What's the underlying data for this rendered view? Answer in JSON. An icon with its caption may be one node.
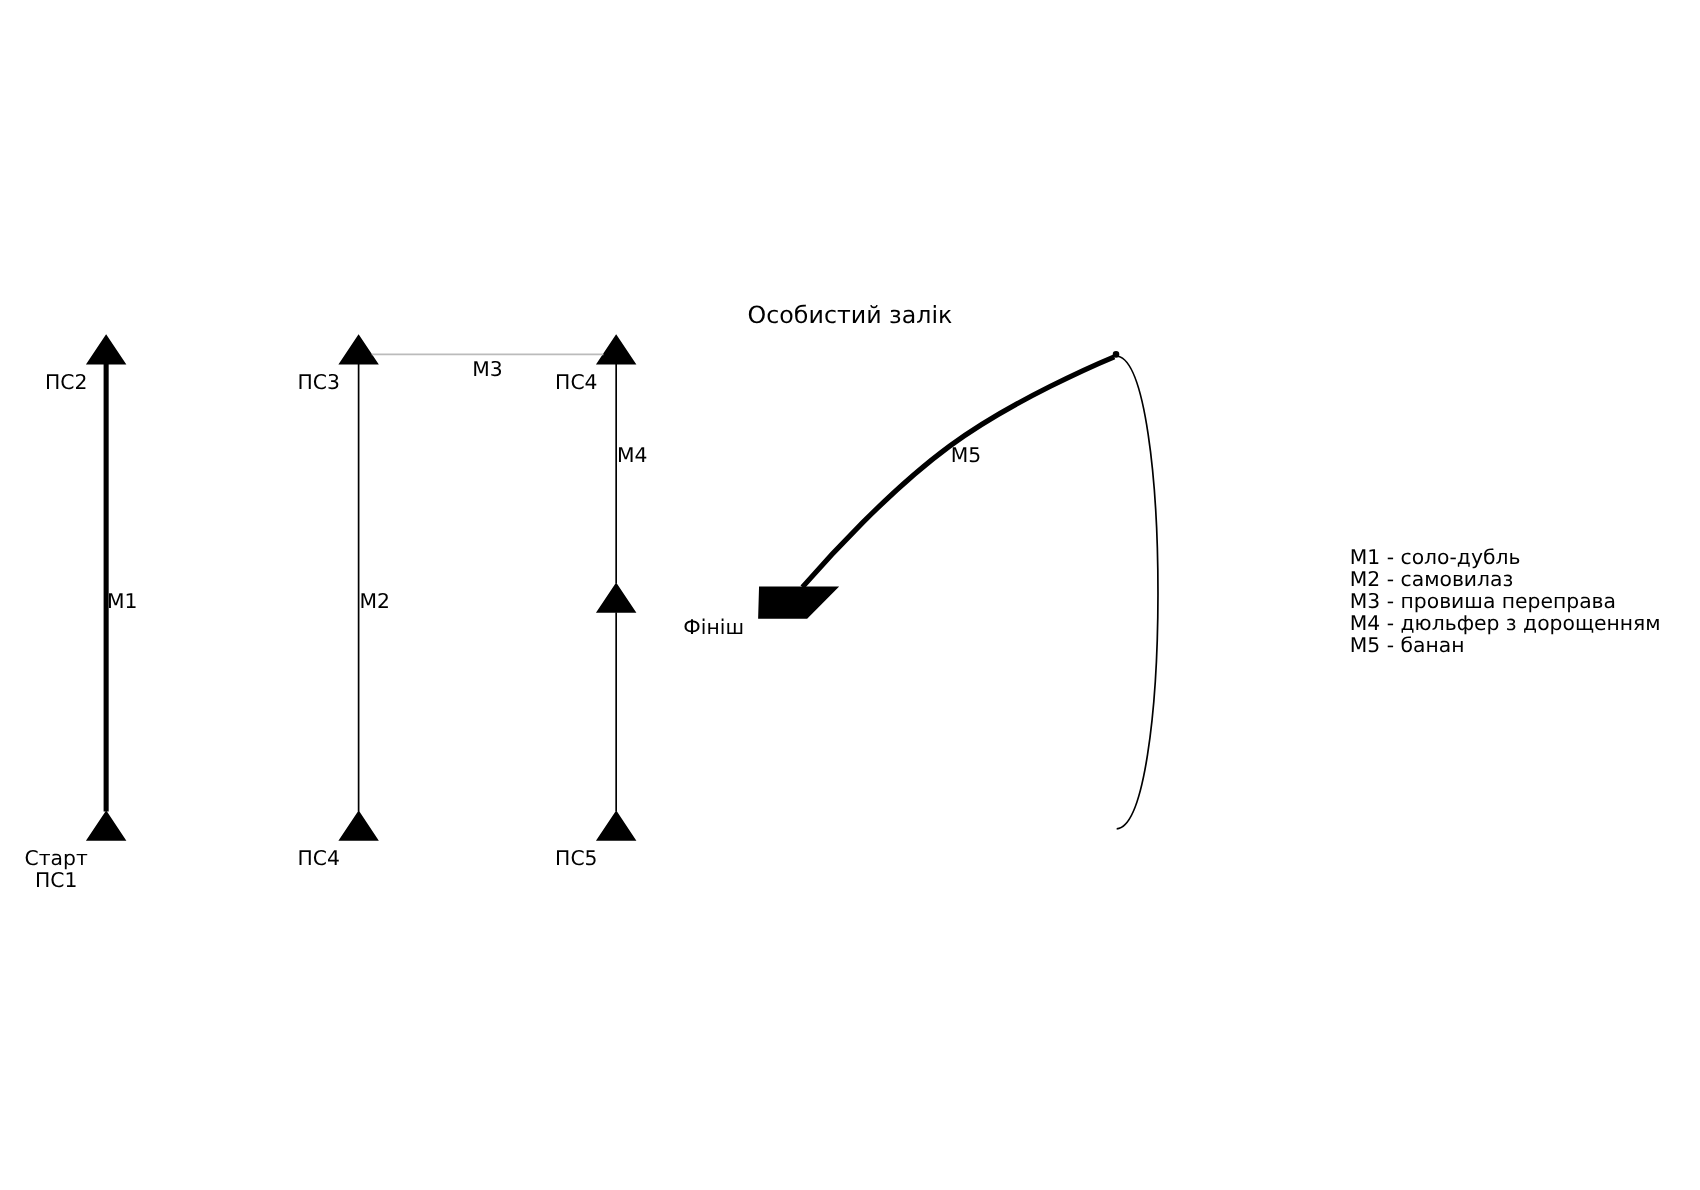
{
  "diagram": {
    "title": "Особистий залік",
    "nodes": [
      {
        "text": [],
        "shape": "triangle",
        "beside": [
          "ПС2"
        ]
      },
      {
        "text": [],
        "shape": "triangle",
        "beside": [
          "Старт",
          "ПС1"
        ]
      },
      {
        "text": [],
        "shape": "triangle",
        "beside": [
          "ПС3"
        ]
      },
      {
        "text": [],
        "shape": "triangle",
        "beside": [
          "ПС4"
        ]
      },
      {
        "text": [],
        "shape": "triangle",
        "beside": [
          "ПС4"
        ]
      },
      {
        "text": [],
        "shape": "triangle"
      },
      {
        "text": [],
        "shape": "triangle",
        "beside": [
          "ПС5"
        ]
      },
      {
        "text": [],
        "shape": "point"
      },
      {
        "text": [],
        "shape": "zigzag",
        "beside": [
          "Фініш"
        ]
      }
    ],
    "edges": [
      {
        "from": 1,
        "to": 0,
        "arrow": "none",
        "label": "М1",
        "style": "thick"
      },
      {
        "from": 3,
        "to": 2,
        "arrow": "none",
        "label": "М2"
      },
      {
        "from": 2,
        "to": 4,
        "arrow": "none",
        "label": "М3",
        "color": "#bbbbbb"
      },
      {
        "from": 5,
        "to": 4,
        "arrow": "none",
        "label": "М4"
      },
      {
        "from": 6,
        "to": 5,
        "arrow": "none"
      },
      {
        "from": 7,
        "to": 8,
        "arrow": "none",
        "label": "М5",
        "style": "thick"
      },
      {
        "from": 7,
        "to": null,
        "arrow": "none"
      }
    ],
    "labels": [
      "М1 - соло-дубль",
      "М2 - самовилаз",
      "М3 - провиша переправа",
      "М4 - дюльфер з дорощенням",
      "М5 - банан"
    ]
  }
}
